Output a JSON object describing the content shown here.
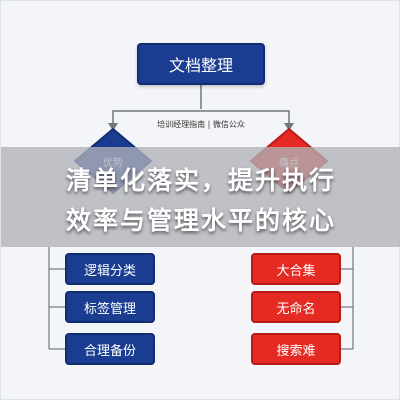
{
  "diagram": {
    "root": "文档整理",
    "subtitle": "培训经理指南 | 微信公众",
    "left_label": "优势",
    "right_label": "痛点",
    "left_items": [
      "逻辑分类",
      "标签管理",
      "合理备份"
    ],
    "right_items": [
      "大合集",
      "无命名",
      "搜索难"
    ]
  },
  "headline": {
    "line1": "清单化落实，提升执行",
    "line2": "效率与管理水平的核心"
  },
  "colors": {
    "navy": "#1b3d91",
    "red": "#e42a22",
    "connector": "#6f7680"
  }
}
